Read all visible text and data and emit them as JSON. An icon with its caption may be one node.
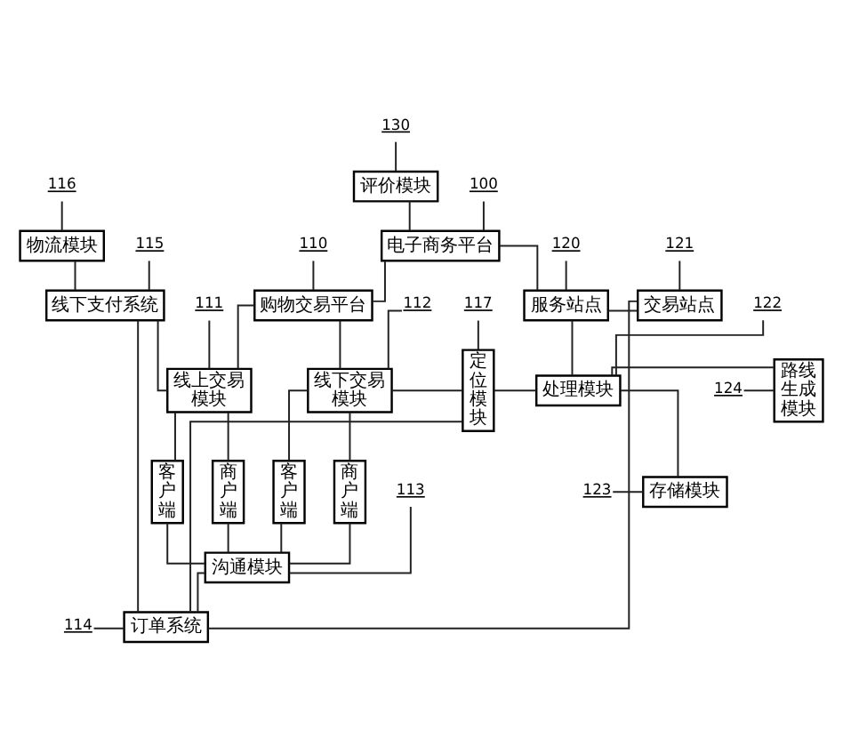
{
  "diagram": {
    "nodes": [
      {
        "text": [
          "评价模块"
        ]
      },
      {
        "text": [
          "电子商务平台"
        ]
      },
      {
        "text": [
          "物流模块"
        ]
      },
      {
        "text": [
          "线下支付系统"
        ]
      },
      {
        "text": [
          "购物交易平台"
        ]
      },
      {
        "text": [
          "服务站点"
        ]
      },
      {
        "text": [
          "交易站点"
        ]
      },
      {
        "text": [
          "线上交易模块"
        ]
      },
      {
        "text": [
          "线下交易模块"
        ]
      },
      {
        "text": [
          "定位模块"
        ]
      },
      {
        "text": [
          "处理模块"
        ]
      },
      {
        "text": [
          "路线生成模块"
        ]
      },
      {
        "text": [
          "客户端"
        ]
      },
      {
        "text": [
          "商户端"
        ]
      },
      {
        "text": [
          "客户端"
        ]
      },
      {
        "text": [
          "商户端"
        ]
      },
      {
        "text": [
          "存储模块"
        ]
      },
      {
        "text": [
          "沟通模块"
        ]
      },
      {
        "text": [
          "订单系统"
        ]
      },
      {
        "text": [
          "130"
        ]
      },
      {
        "text": [
          "100"
        ]
      },
      {
        "text": [
          "116"
        ]
      },
      {
        "text": [
          "115"
        ]
      },
      {
        "text": [
          "110"
        ]
      },
      {
        "text": [
          "120"
        ]
      },
      {
        "text": [
          "121"
        ]
      },
      {
        "text": [
          "111"
        ]
      },
      {
        "text": [
          "112"
        ]
      },
      {
        "text": [
          "117"
        ]
      },
      {
        "text": [
          "122"
        ]
      },
      {
        "text": [
          "124"
        ]
      },
      {
        "text": [
          "123"
        ]
      },
      {
        "text": [
          "113"
        ]
      },
      {
        "text": [
          "114"
        ]
      }
    ],
    "edges": [
      {
        "from": 0,
        "to": 1,
        "arrow": "none"
      },
      {
        "from": 1,
        "to": 4,
        "arrow": "none"
      },
      {
        "from": 1,
        "to": 5,
        "arrow": "none"
      },
      {
        "from": 2,
        "to": 3,
        "arrow": "none"
      },
      {
        "from": 3,
        "to": 7,
        "arrow": "none"
      },
      {
        "from": 4,
        "to": 7,
        "arrow": "none"
      },
      {
        "from": 4,
        "to": 8,
        "arrow": "none"
      },
      {
        "from": 3,
        "to": 18,
        "arrow": "none"
      },
      {
        "from": 7,
        "to": 12,
        "arrow": "none"
      },
      {
        "from": 7,
        "to": 13,
        "arrow": "none"
      },
      {
        "from": 8,
        "to": 14,
        "arrow": "none"
      },
      {
        "from": 8,
        "to": 15,
        "arrow": "none"
      },
      {
        "from": 8,
        "to": 9,
        "arrow": "none"
      },
      {
        "from": 9,
        "to": 10,
        "arrow": "none"
      },
      {
        "from": 5,
        "to": 6,
        "arrow": "none"
      },
      {
        "from": 5,
        "to": 10,
        "arrow": "none"
      },
      {
        "from": 10,
        "to": 11,
        "arrow": "none"
      },
      {
        "from": 10,
        "to": 16,
        "arrow": "none"
      },
      {
        "from": 12,
        "to": 17,
        "arrow": "none"
      },
      {
        "from": 13,
        "to": 17,
        "arrow": "none"
      },
      {
        "from": 14,
        "to": 17,
        "arrow": "none"
      },
      {
        "from": 15,
        "to": 17,
        "arrow": "none"
      },
      {
        "from": 17,
        "to": 18,
        "arrow": "none"
      },
      {
        "from": 18,
        "to": 9,
        "arrow": "none"
      },
      {
        "from": 18,
        "to": 6,
        "arrow": "none"
      },
      {
        "from": 19,
        "to": 0,
        "arrow": "none"
      },
      {
        "from": 20,
        "to": 1,
        "arrow": "none"
      },
      {
        "from": 21,
        "to": 2,
        "arrow": "none"
      },
      {
        "from": 22,
        "to": 3,
        "arrow": "none"
      },
      {
        "from": 23,
        "to": 4,
        "arrow": "none"
      },
      {
        "from": 24,
        "to": 5,
        "arrow": "none"
      },
      {
        "from": 25,
        "to": 6,
        "arrow": "none"
      },
      {
        "from": 26,
        "to": 7,
        "arrow": "none"
      },
      {
        "from": 27,
        "to": 8,
        "arrow": "none"
      },
      {
        "from": 28,
        "to": 9,
        "arrow": "none"
      },
      {
        "from": 29,
        "to": 10,
        "arrow": "none"
      },
      {
        "from": 30,
        "to": 11,
        "arrow": "none"
      },
      {
        "from": 31,
        "to": 16,
        "arrow": "none"
      },
      {
        "from": 32,
        "to": 17,
        "arrow": "none"
      },
      {
        "from": 33,
        "to": 18,
        "arrow": "none"
      }
    ]
  }
}
